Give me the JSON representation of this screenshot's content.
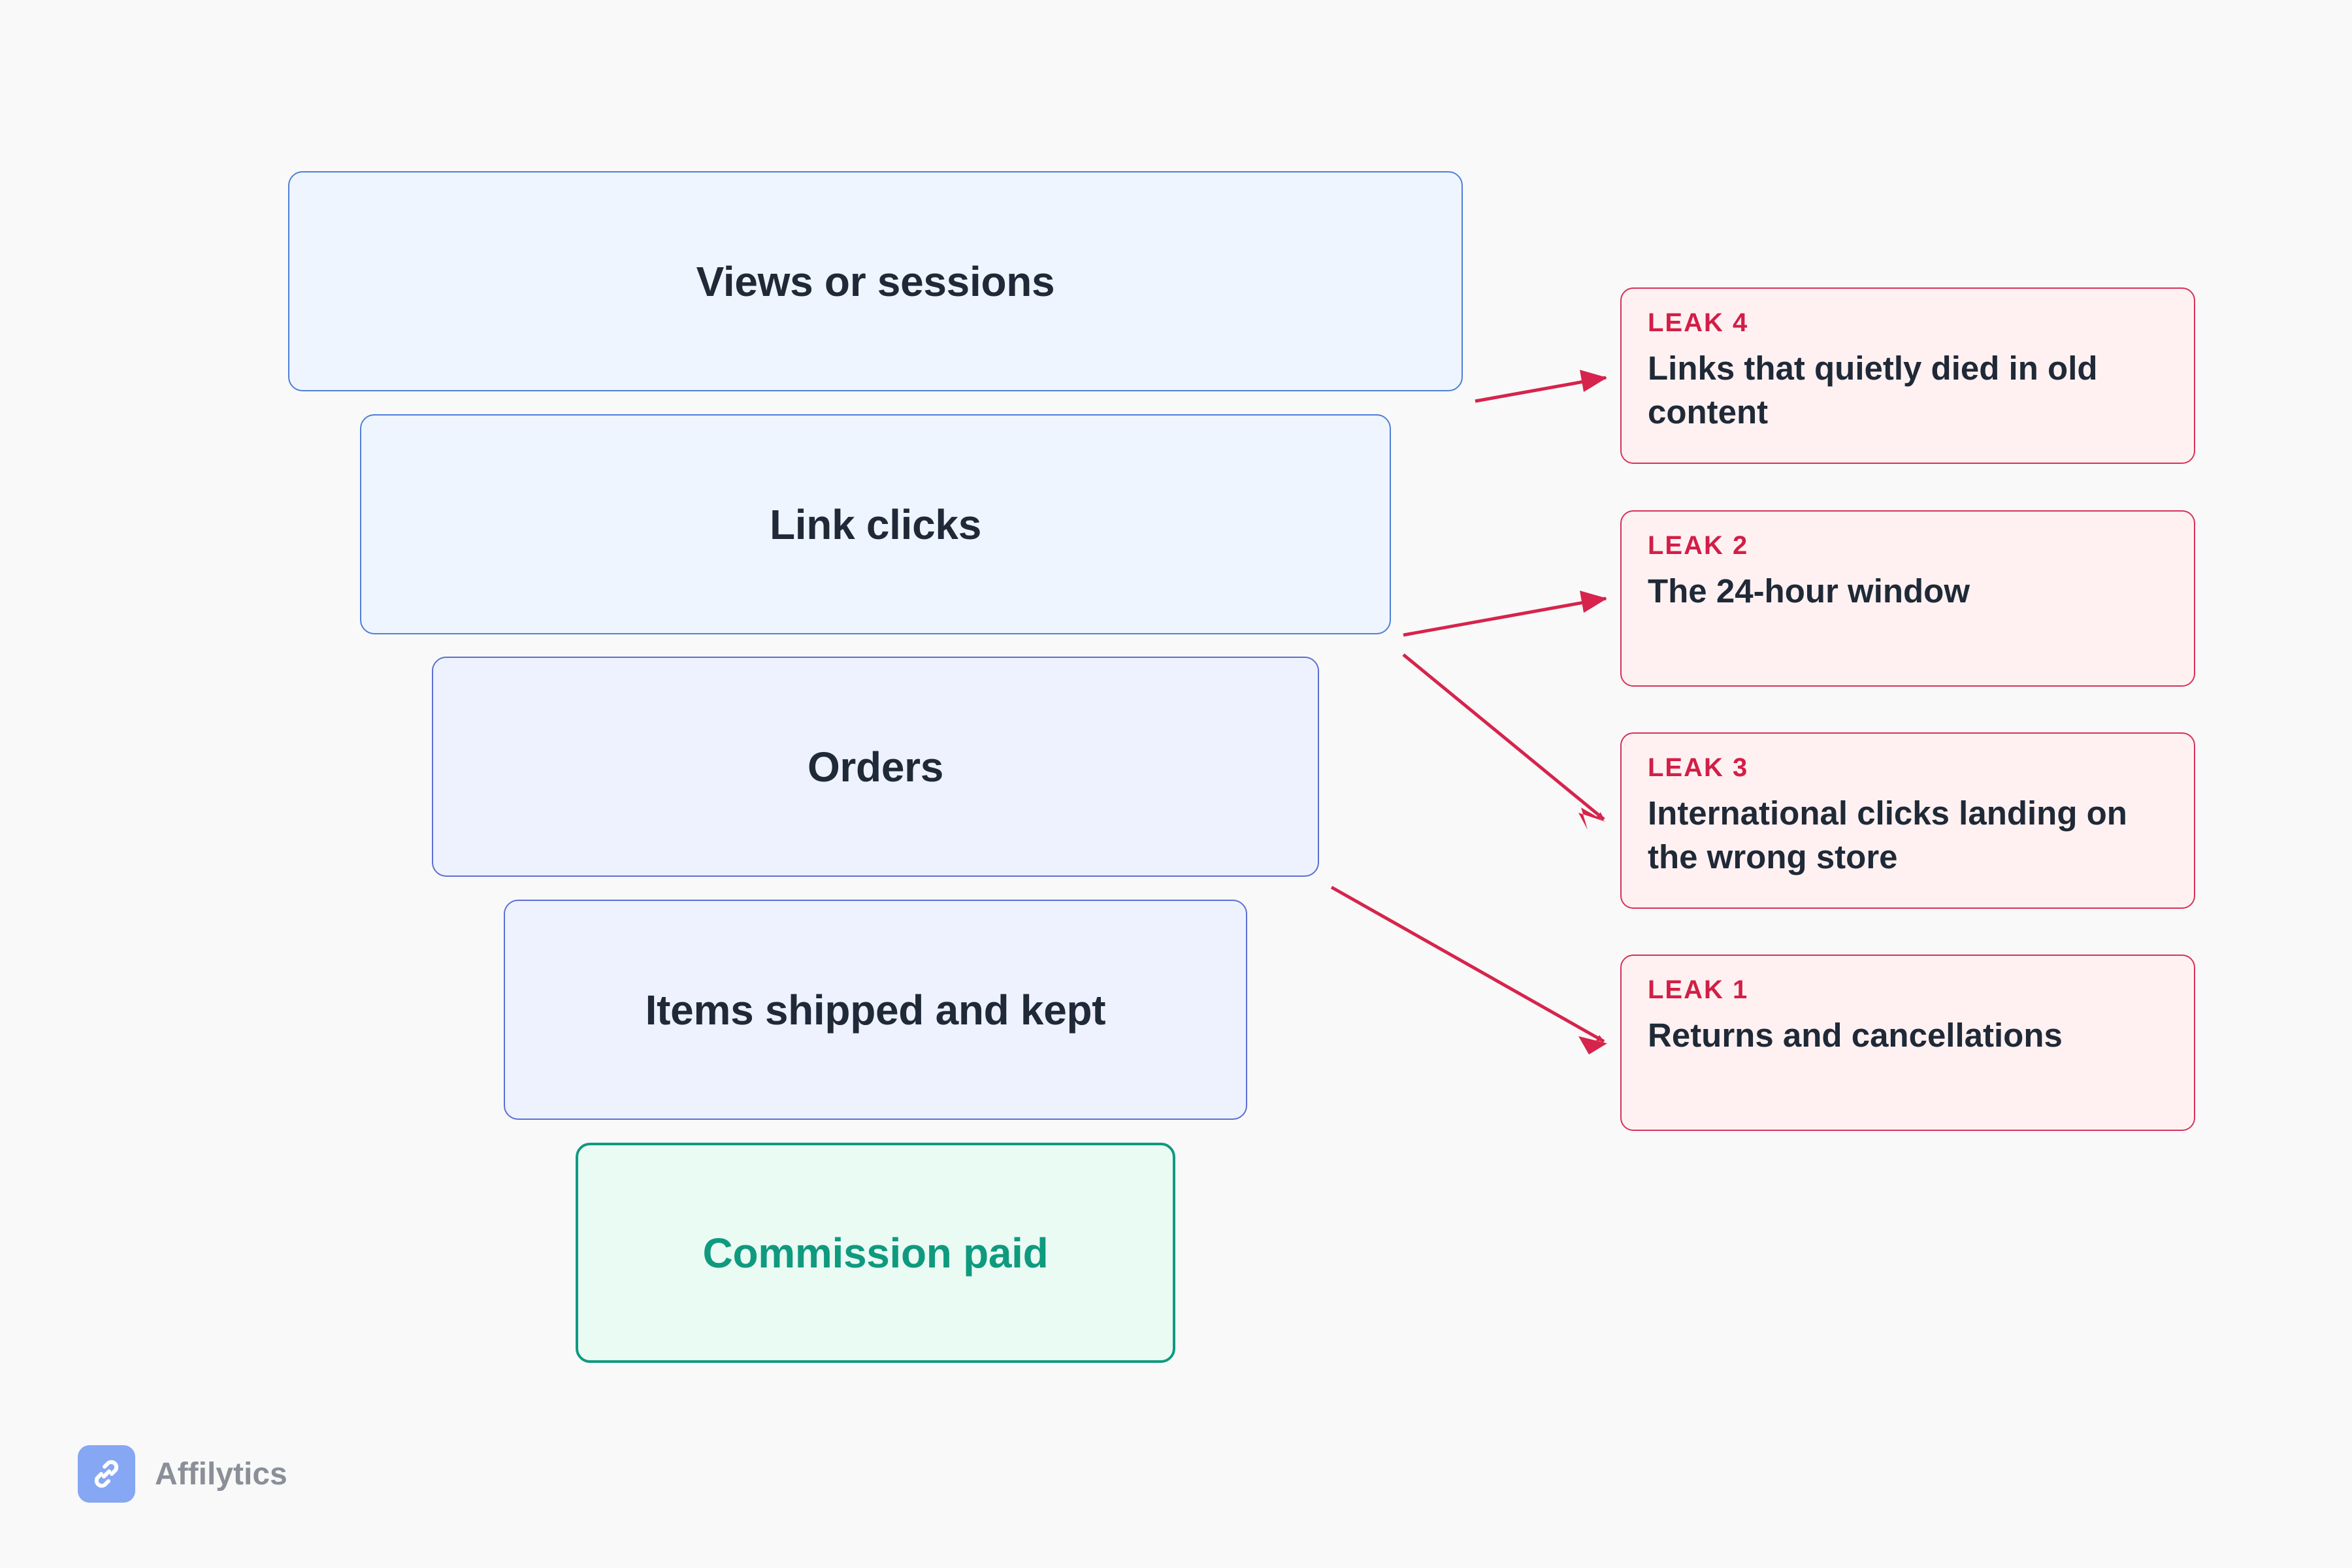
{
  "funnel": {
    "stages": [
      {
        "label": "Views or sessions"
      },
      {
        "label": "Link clicks"
      },
      {
        "label": "Orders"
      },
      {
        "label": "Items shipped and kept"
      },
      {
        "label": "Commission paid"
      }
    ]
  },
  "leaks": [
    {
      "tag": "LEAK 4",
      "text": "Links that quietly died in old content"
    },
    {
      "tag": "LEAK 2",
      "text": "The 24-hour window"
    },
    {
      "tag": "LEAK 3",
      "text": "International clicks landing on the wrong store"
    },
    {
      "tag": "LEAK 1",
      "text": "Returns and cancellations"
    }
  ],
  "brand": {
    "name": "Affilytics",
    "icon": "link-icon"
  },
  "colors": {
    "stage_border": "#4f7fd6",
    "final_stage": "#0f9a7f",
    "leak_accent": "#d21e47",
    "arrow": "#d6244c"
  }
}
